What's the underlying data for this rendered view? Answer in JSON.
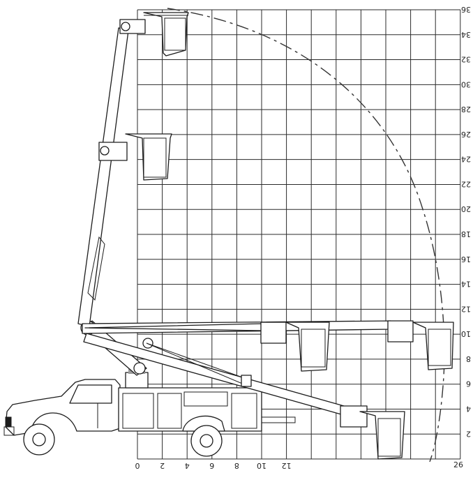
{
  "right_axis": {
    "ticks": [
      "36",
      "34",
      "32",
      "30",
      "28",
      "26",
      "24",
      "22",
      "20",
      "18",
      "16",
      "14",
      "12",
      "10",
      "8",
      "6",
      "4",
      "2"
    ]
  },
  "bottom_axis": {
    "ticks": [
      "0",
      "2",
      "4",
      "6",
      "8",
      "10",
      "12"
    ],
    "end_label": "26"
  },
  "colors": {
    "line": "#1c1c1c",
    "grid": "#2a2a2a",
    "background": "#ffffff",
    "shade": "#9a9a9a"
  }
}
